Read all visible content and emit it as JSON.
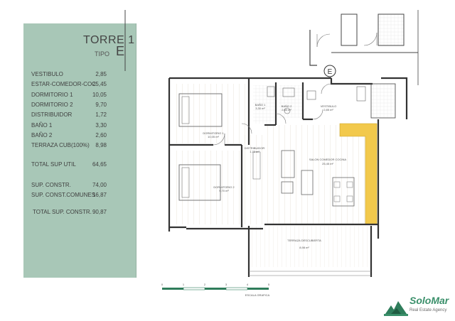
{
  "panel": {
    "tower": "TORRE 1",
    "tipo_label": "TIPO",
    "tipo_value": "E",
    "rooms": [
      {
        "label": "VESTIBULO",
        "value": "2,85"
      },
      {
        "label": "ESTAR-COMEDOR-COC",
        "value": "25,45"
      },
      {
        "label": "DORMITORIO 1",
        "value": "10,05"
      },
      {
        "label": "DORMITORIO 2",
        "value": "9,70"
      },
      {
        "label": "DISTRIBUIDOR",
        "value": "1,72"
      },
      {
        "label": "BAÑO 1",
        "value": "3,30"
      },
      {
        "label": "BAÑO 2",
        "value": "2,60"
      },
      {
        "label": "TERRAZA CUB(100%)",
        "value": "8,98"
      }
    ],
    "total_util": {
      "label": "TOTAL SUP UTIL",
      "value": "64,65"
    },
    "sup_constr": {
      "label": "SUP. CONSTR.",
      "value": "74,00"
    },
    "sup_comunes": {
      "label": "SUP. CONST.COMUNES",
      "value": "16,87"
    },
    "total_constr": {
      "label": "TOTAL SUP. CONSTR.",
      "value": "90,87"
    }
  },
  "plan": {
    "marker": "E",
    "rooms": [
      {
        "name": "DORMITORIO 1",
        "area": "10,05 m²"
      },
      {
        "name": "DORMITORIO 2",
        "area": "9,70 m²"
      },
      {
        "name": "DISTRIBUIDOR",
        "area": "1,72 m²"
      },
      {
        "name": "BAÑO 1",
        "area": "3,30 m²"
      },
      {
        "name": "BAÑO 2",
        "area": "2,60 m²"
      },
      {
        "name": "VESTIBULO",
        "area": "2,85 m²"
      },
      {
        "name": "SALON COMEDOR COCINA",
        "area": "25,45 m²"
      },
      {
        "name": "TERRAZA DESCUBIERTA",
        "area": "8,98 m²"
      }
    ],
    "scale_ticks": [
      "0",
      "1",
      "2",
      "3",
      "4",
      "5"
    ],
    "scale_label": "ESCALA GRAFICA"
  },
  "logo": {
    "name": "SoloMar",
    "subtitle": "Real Estate Agency"
  },
  "colors": {
    "panel": "#a8c7b7",
    "kitchen": "#f2c94c",
    "logo": "#3a8f6a"
  }
}
